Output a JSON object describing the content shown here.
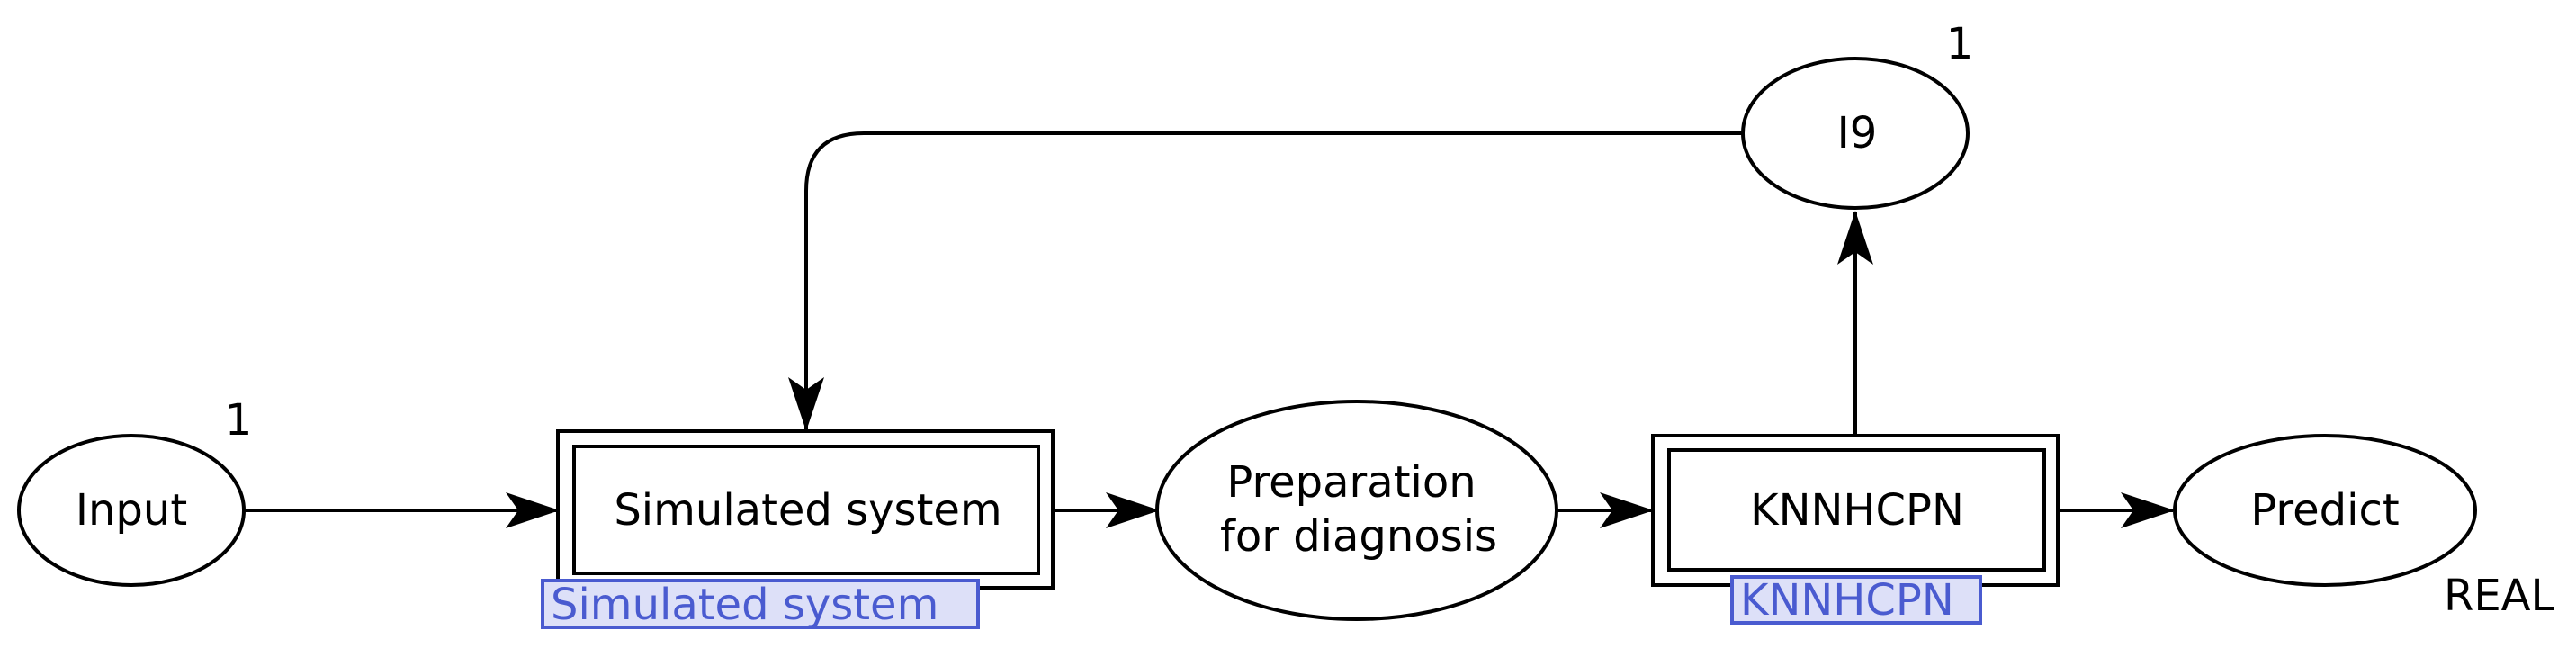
{
  "colors": {
    "stroke": "#000000",
    "tag_fill": "#dde0f8",
    "tag_border": "#4a5bd0",
    "tag_text": "#4a5bd0"
  },
  "places": {
    "input": {
      "label": "Input",
      "marking": "1"
    },
    "i9": {
      "label": "I9",
      "marking": "1"
    },
    "preparation": {
      "line1": "Preparation",
      "line2": "for diagnosis"
    },
    "predict": {
      "label": "Predict",
      "colorset": "REAL"
    }
  },
  "transitions": {
    "simulated_system": {
      "label": "Simulated system",
      "subpage_tag": "Simulated system"
    },
    "knnhcpn": {
      "label": "KNNHCPN",
      "subpage_tag": "KNNHCPN"
    }
  }
}
